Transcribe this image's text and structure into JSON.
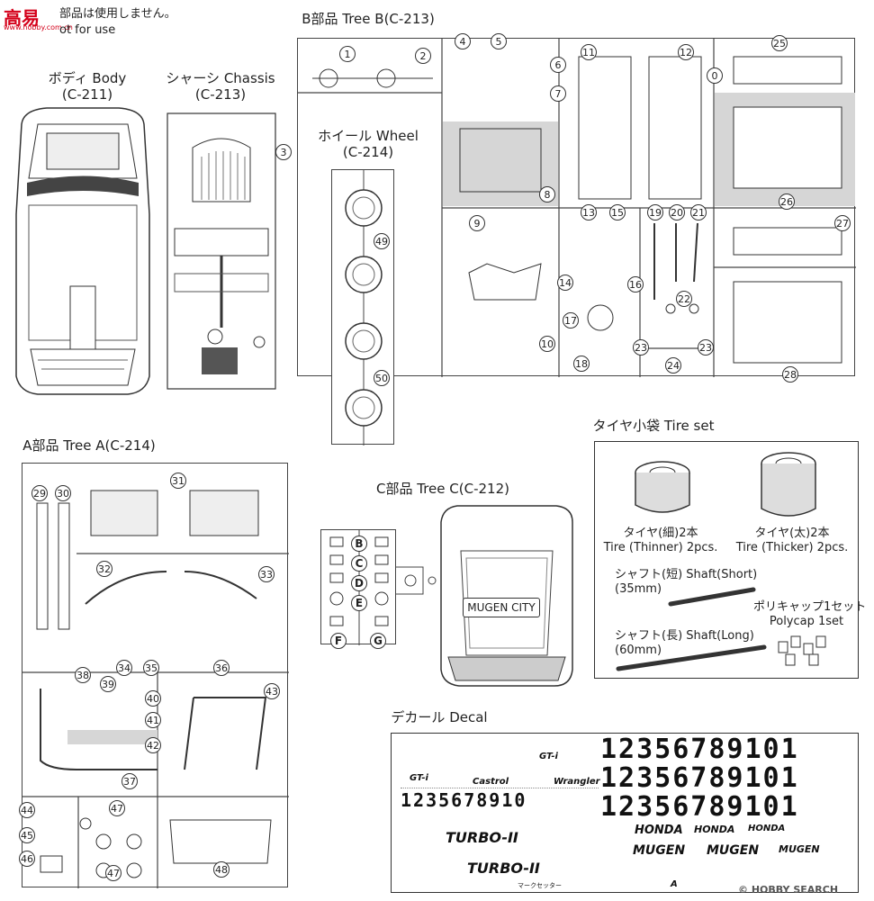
{
  "watermark": {
    "logo": "高易",
    "site": "www.hobby.com.cn",
    "footer": "© HOBBY SEARCH"
  },
  "note": {
    "line1": "部品は使用しません。",
    "line2": "ot for use"
  },
  "body": {
    "title": "ボディ Body",
    "code": "(C-211)"
  },
  "chassis": {
    "title": "シャーシ Chassis",
    "code": "(C-213)",
    "part": "3"
  },
  "tree_b": {
    "title": "B部品 Tree B(C-213)",
    "parts": [
      "1",
      "2",
      "4",
      "5",
      "6",
      "7",
      "8",
      "11",
      "12",
      "0",
      "25",
      "26",
      "9",
      "10",
      "13",
      "14",
      "15",
      "16",
      "17",
      "18",
      "19",
      "20",
      "21",
      "22",
      "23",
      "23",
      "24",
      "27",
      "28"
    ]
  },
  "wheel": {
    "title": "ホイール Wheel",
    "code": "(C-214)",
    "parts": [
      "49",
      "50"
    ]
  },
  "tree_a": {
    "title": "A部品 Tree A(C-214)",
    "parts": [
      "29",
      "30",
      "31",
      "32",
      "33",
      "34",
      "35",
      "36",
      "37",
      "38",
      "39",
      "40",
      "41",
      "42",
      "43",
      "44",
      "45",
      "46",
      "47",
      "47",
      "48"
    ]
  },
  "tree_c": {
    "title": "C部品 Tree C(C-212)",
    "letters": [
      "B",
      "C",
      "D",
      "E",
      "F",
      "G"
    ],
    "plate": "MUGEN CITY"
  },
  "tire_set": {
    "title": "タイヤ小袋 Tire set",
    "thin_jp": "タイヤ(細)2本",
    "thin_en": "Tire (Thinner) 2pcs.",
    "thick_jp": "タイヤ(太)2本",
    "thick_en": "Tire (Thicker) 2pcs.",
    "short_jp": "シャフト(短) Shaft(Short)",
    "short_len": "(35mm)",
    "long_jp": "シャフト(長) Shaft(Long)",
    "long_len": "(60mm)",
    "poly_jp": "ポリキャップ1セット",
    "poly_en": "Polycap 1set"
  },
  "decal": {
    "title": "デカール Decal",
    "numbers": "1235678910",
    "numbers_big": "12356789101",
    "numbers_last": "1",
    "turbo": "TURBO-II",
    "honda": "HONDA",
    "mugen": "MUGEN",
    "gti": "GT-i",
    "castrol": "Castrol",
    "wrangler": "Wrangler",
    "footer_small": "マークセッター",
    "maker": "A"
  }
}
